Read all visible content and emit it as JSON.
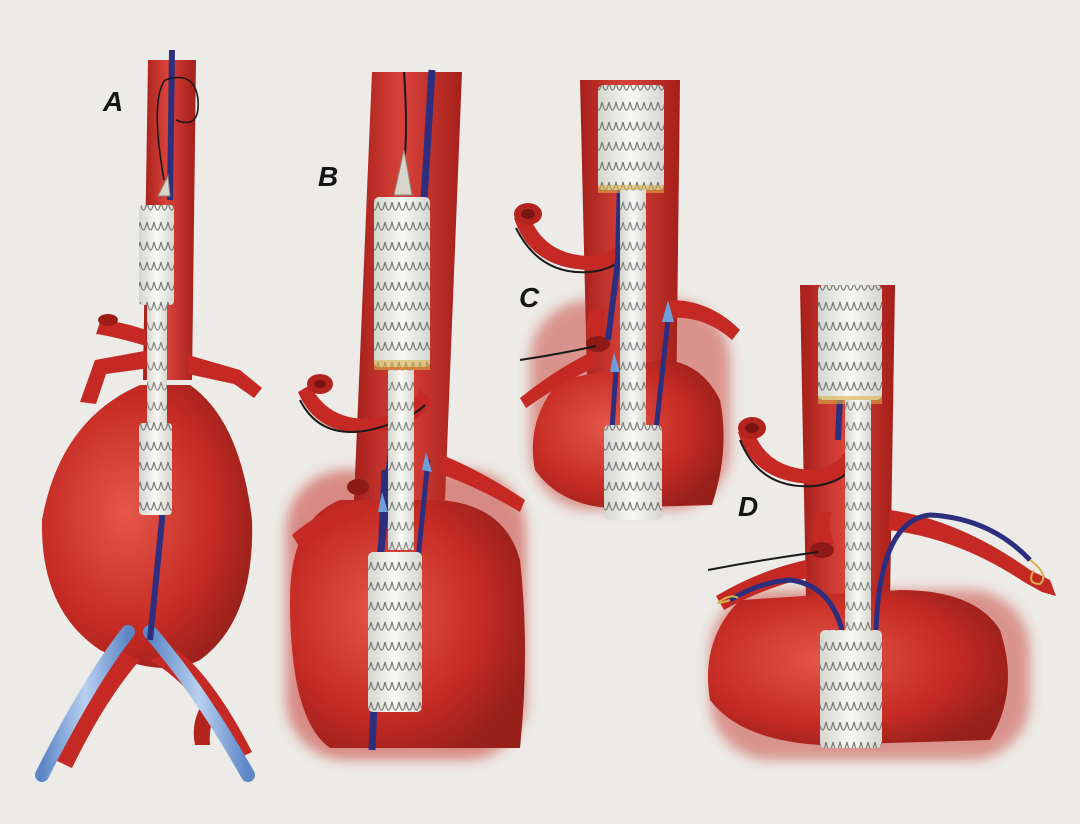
{
  "panels": [
    {
      "label": "A"
    },
    {
      "label": "B"
    },
    {
      "label": "C"
    },
    {
      "label": "D"
    }
  ],
  "colors": {
    "background": "#ecebe7",
    "vessel": "#c42a23",
    "vessel_dark": "#9c1c18",
    "vessel_light": "#e05a4c",
    "stent_fabric": "#f2f2ee",
    "stent_wire": "#6a6a6a",
    "catheter": "#2d2f7e",
    "catheter_light": "#6f9fd8",
    "guidewire": "#1a1a1a",
    "marker": "#d8b04a"
  }
}
